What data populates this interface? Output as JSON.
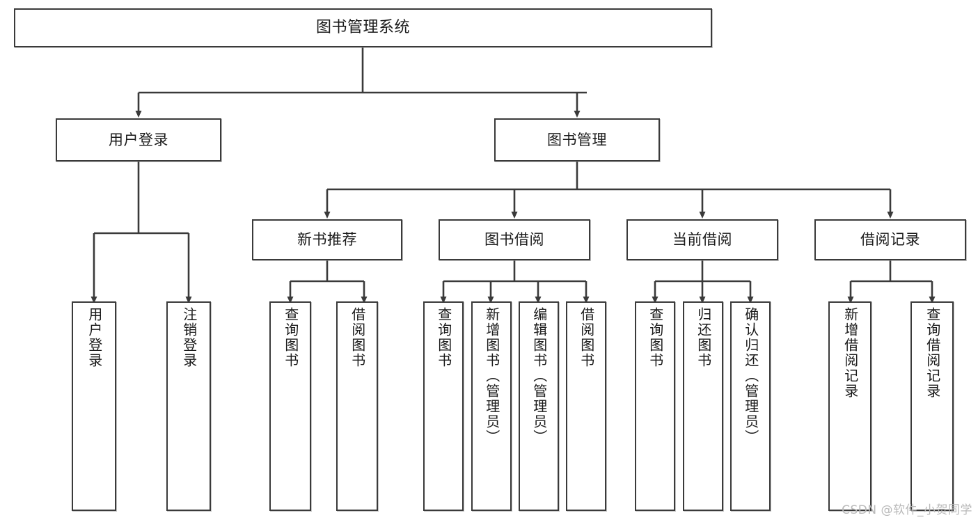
{
  "diagram": {
    "title": "图书管理系统",
    "type": "tree",
    "watermark": "CSDN @软件_小贺同学",
    "colors": {
      "box_border": "#3a3a3a",
      "box_fill": "#ffffff",
      "edge": "#3a3a3a",
      "text": "#1a1a1a",
      "watermark": "#b9b9b9",
      "background": "#ffffff"
    },
    "nodes": {
      "root": {
        "label": "图书管理系统",
        "level": 1
      },
      "user_login": {
        "label": "用户登录",
        "level": 2
      },
      "book_manage": {
        "label": "图书管理",
        "level": 2
      },
      "new_book_rec": {
        "label": "新书推荐",
        "level": 3
      },
      "book_borrow": {
        "label": "图书借阅",
        "level": 3
      },
      "current_borrow": {
        "label": "当前借阅",
        "level": 3
      },
      "borrow_record": {
        "label": "借阅记录",
        "level": 3
      },
      "leaf_user_login": {
        "label": "用户登录",
        "level": 4
      },
      "leaf_logout": {
        "label": "注销登录",
        "level": 4
      },
      "leaf_query_book_1": {
        "label": "查询图书",
        "level": 4
      },
      "leaf_borrow_book_1": {
        "label": "借阅图书",
        "level": 4
      },
      "leaf_query_book_2": {
        "label": "查询图书",
        "level": 4
      },
      "leaf_add_book": {
        "label": "新增图书（管理员）",
        "level": 4
      },
      "leaf_edit_book": {
        "label": "编辑图书（管理员）",
        "level": 4
      },
      "leaf_borrow_book_2": {
        "label": "借阅图书",
        "level": 4
      },
      "leaf_query_book_3": {
        "label": "查询图书",
        "level": 4
      },
      "leaf_return_book": {
        "label": "归还图书",
        "level": 4
      },
      "leaf_confirm_return": {
        "label": "确认归还（管理员）",
        "level": 4
      },
      "leaf_add_record": {
        "label": "新增借阅记录",
        "level": 4
      },
      "leaf_query_record": {
        "label": "查询借阅记录",
        "level": 4
      }
    },
    "edges": [
      {
        "from": "root",
        "to": "user_login"
      },
      {
        "from": "root",
        "to": "book_manage"
      },
      {
        "from": "user_login",
        "to": "leaf_user_login"
      },
      {
        "from": "user_login",
        "to": "leaf_logout"
      },
      {
        "from": "book_manage",
        "to": "new_book_rec"
      },
      {
        "from": "book_manage",
        "to": "book_borrow"
      },
      {
        "from": "book_manage",
        "to": "current_borrow"
      },
      {
        "from": "book_manage",
        "to": "borrow_record"
      },
      {
        "from": "new_book_rec",
        "to": "leaf_query_book_1"
      },
      {
        "from": "new_book_rec",
        "to": "leaf_borrow_book_1"
      },
      {
        "from": "book_borrow",
        "to": "leaf_query_book_2"
      },
      {
        "from": "book_borrow",
        "to": "leaf_add_book"
      },
      {
        "from": "book_borrow",
        "to": "leaf_edit_book"
      },
      {
        "from": "book_borrow",
        "to": "leaf_borrow_book_2"
      },
      {
        "from": "current_borrow",
        "to": "leaf_query_book_3"
      },
      {
        "from": "current_borrow",
        "to": "leaf_return_book"
      },
      {
        "from": "current_borrow",
        "to": "leaf_confirm_return"
      },
      {
        "from": "borrow_record",
        "to": "leaf_add_record"
      },
      {
        "from": "borrow_record",
        "to": "leaf_query_record"
      }
    ]
  }
}
